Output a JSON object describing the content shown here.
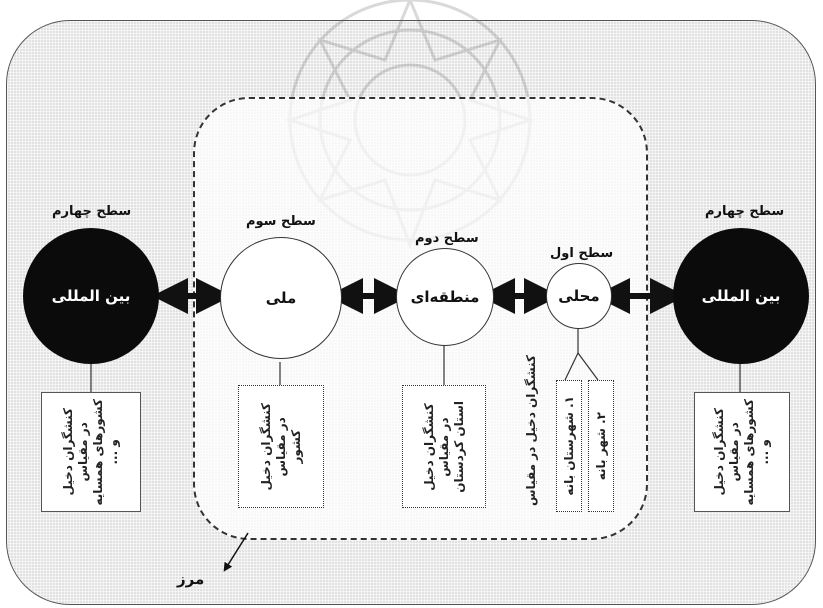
{
  "levels": {
    "fourth_left": "سطح چهارم",
    "third": "سطح سوم",
    "second": "سطح دوم",
    "first": "سطح اول",
    "fourth_right": "سطح چهارم"
  },
  "nodes": {
    "intl_left": "بین المللی",
    "national": "ملی",
    "regional": "منطقه‌ای",
    "local": "محلی",
    "intl_right": "بین المللی"
  },
  "boxes": {
    "intl_left": "کنشگران دخیل\nدر مقیاس\nکشورهای همسایه\nو ...",
    "national": "کنشگران دخیل\nدر مقیاس\nکشور",
    "regional": "کنشگران دخیل\nدر مقیاس\nاستان کردستان",
    "local_caption": "کنشگران دخیل در مقیاس",
    "local_1": "۱. شهرستان بانه",
    "local_2": "۲. شهر بانه",
    "intl_right": "کنشگران دخیل\nدر مقیاس\nکشورهای همسایه\nو ..."
  },
  "boundary_label": "مرز",
  "colors": {
    "international_fill": "#0b0b0b",
    "arrow": "#111111"
  }
}
